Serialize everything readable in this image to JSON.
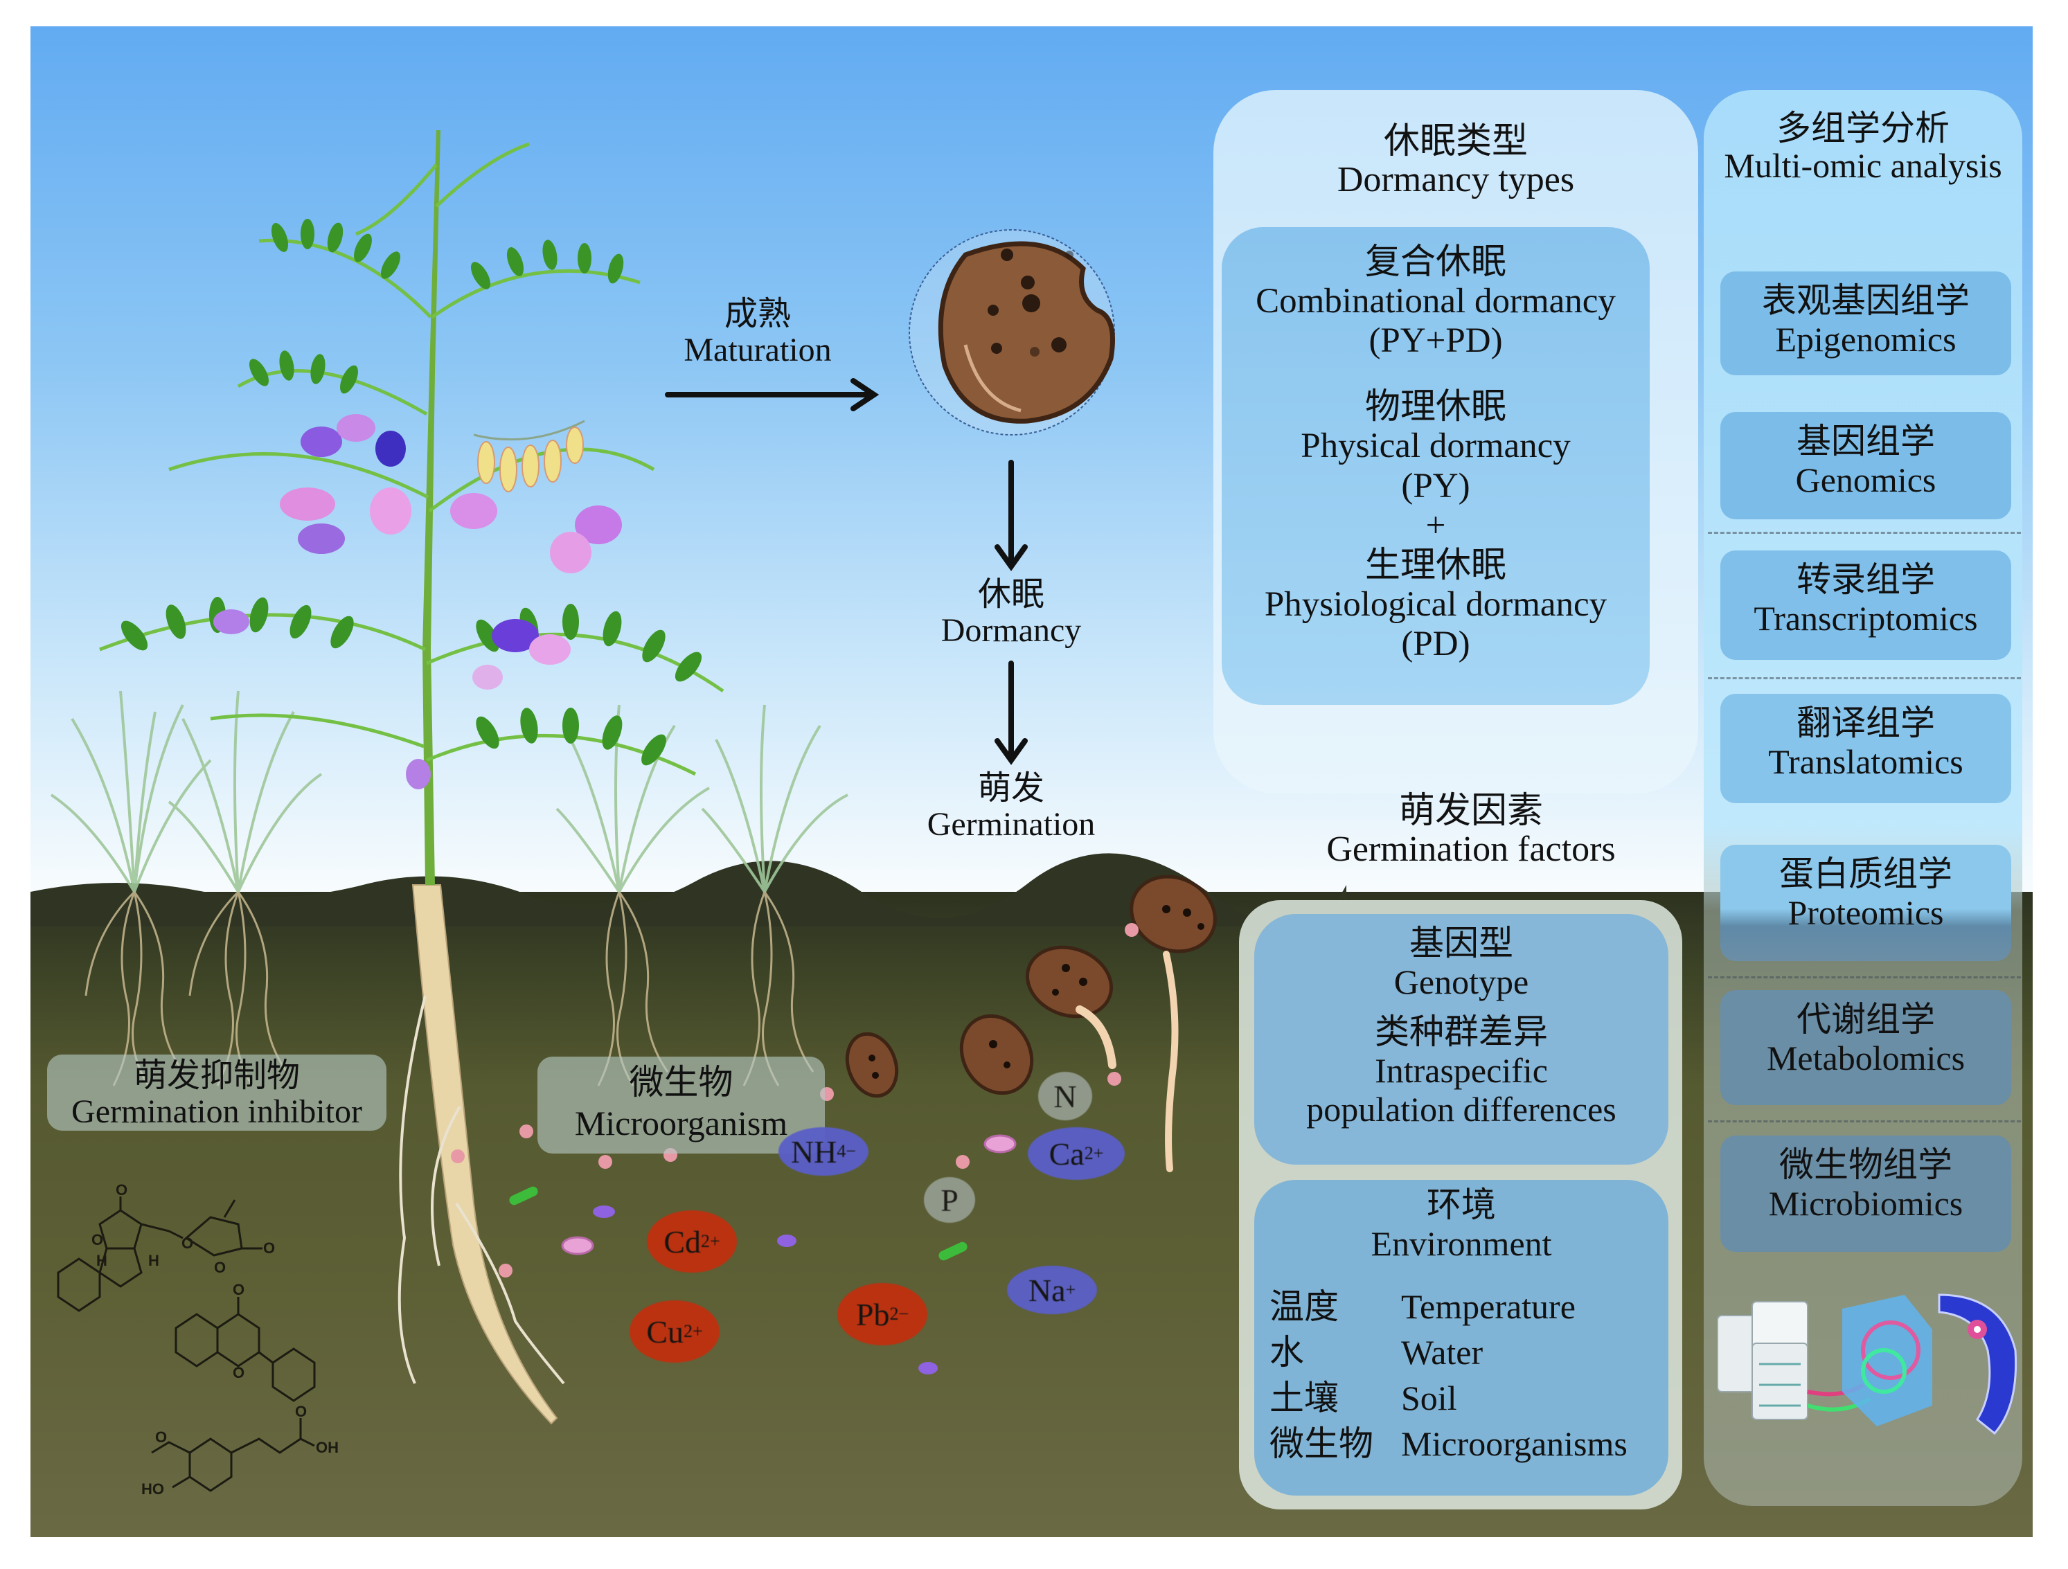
{
  "lifecycle": {
    "maturation": {
      "zh": "成熟",
      "en": "Maturation"
    },
    "dormancy": {
      "zh": "休眠",
      "en": "Dormancy"
    },
    "germination": {
      "zh": "萌发",
      "en": "Germination"
    }
  },
  "soil_labels": {
    "inhibitor": {
      "zh": "萌发抑制物",
      "en": "Germination inhibitor"
    },
    "microorganism": {
      "zh": "微生物",
      "en": "Microorganism"
    }
  },
  "inhibitor_structures": [
    {
      "name": "strigolactone-like",
      "labels": [
        "O",
        "O",
        "O",
        "O",
        "H",
        "H"
      ]
    },
    {
      "name": "flavone",
      "labels": [
        "O",
        "O"
      ]
    },
    {
      "name": "ferulic-acid",
      "labels": [
        "O",
        "OH",
        "HO",
        "O"
      ]
    }
  ],
  "ions": [
    {
      "id": "nh4",
      "base": "NH",
      "sub": "4",
      "sup": "−",
      "color": "#5a5fc8"
    },
    {
      "id": "ca",
      "base": "Ca",
      "sup": "2+",
      "color": "#5a5fc8"
    },
    {
      "id": "na",
      "base": "Na",
      "sup": "+",
      "color": "#5a5fc8"
    },
    {
      "id": "cd",
      "base": "Cd",
      "sup": "2+",
      "color": "#c0300f"
    },
    {
      "id": "cu",
      "base": "Cu",
      "sup": "2+",
      "color": "#c0300f"
    },
    {
      "id": "pb",
      "base": "Pb",
      "sup": "2−",
      "color": "#c0300f"
    },
    {
      "id": "n",
      "base": "N",
      "sup": "",
      "color": "#9aa39a"
    },
    {
      "id": "p",
      "base": "P",
      "sup": "",
      "color": "#9aa39a"
    }
  ],
  "dormancy_types": {
    "title_zh": "休眠类型",
    "title_en": "Dormancy types",
    "lines": [
      "复合休眠",
      "Combinational dormancy",
      "(PY+PD)",
      "物理休眠",
      "Physical dormancy",
      "(PY)",
      "+",
      "生理休眠",
      "Physiological dormancy",
      "(PD)"
    ]
  },
  "germination_factors": {
    "title_zh": "萌发因素",
    "title_en": "Germination factors",
    "genotype": {
      "zh": "基因型",
      "en": "Genotype",
      "sub_zh": "类种群差异",
      "sub_en1": "Intraspecific",
      "sub_en2": "population differences"
    },
    "environment": {
      "zh": "环境",
      "en": "Environment",
      "items": [
        {
          "zh": "温度",
          "en": "Temperature"
        },
        {
          "zh": "水",
          "en": "Water"
        },
        {
          "zh": "土壤",
          "en": "Soil"
        },
        {
          "zh": "微生物",
          "en": "Microorganisms"
        }
      ]
    }
  },
  "multi_omic": {
    "title_zh": "多组学分析",
    "title_en": "Multi-omic analysis",
    "items": [
      {
        "zh": "表观基因组学",
        "en": "Epigenomics"
      },
      {
        "zh": "基因组学",
        "en": "Genomics"
      },
      {
        "zh": "转录组学",
        "en": "Transcriptomics"
      },
      {
        "zh": "翻译组学",
        "en": "Translatomics"
      },
      {
        "zh": "蛋白质组学",
        "en": "Proteomics"
      },
      {
        "zh": "代谢组学",
        "en": "Metabolomics"
      },
      {
        "zh": "微生物组学",
        "en": "Microbiomics"
      }
    ]
  },
  "colors": {
    "sky_top": "#62abf2",
    "soil": "#5d5f35",
    "panel_outer": "#d3ecfb",
    "panel_inner": "#8cc7ee",
    "red_ion": "#c0300f",
    "blue_ion": "#5a5fc8",
    "seed": "#8b5a38"
  }
}
